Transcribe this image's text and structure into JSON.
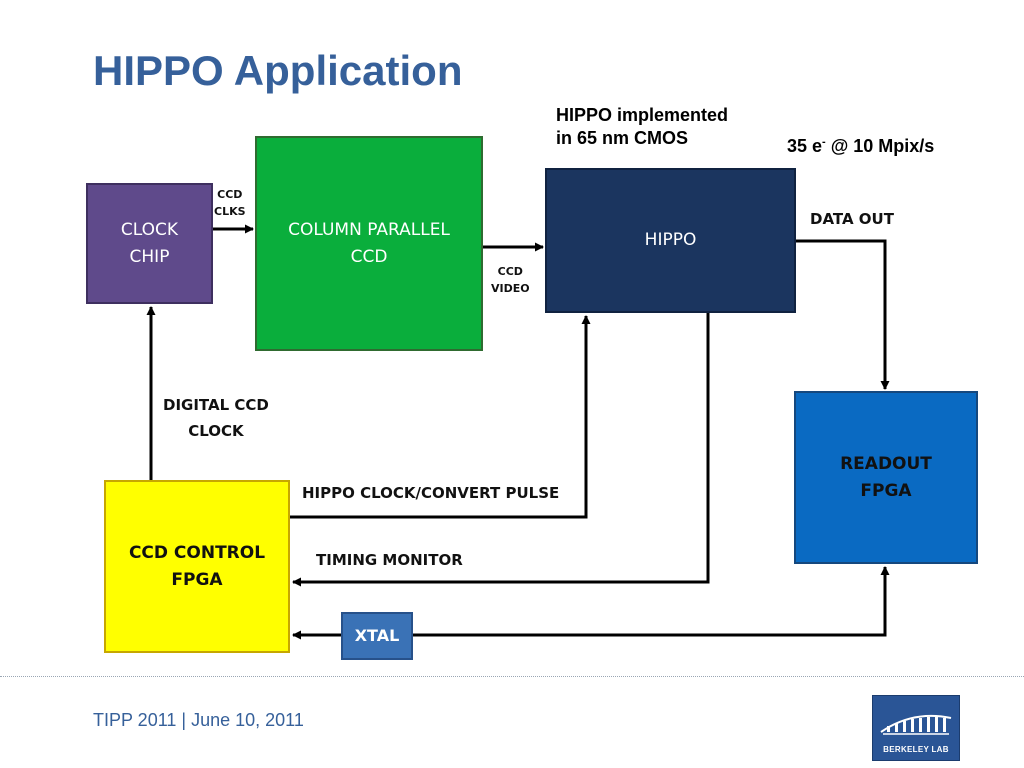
{
  "slide": {
    "title": "HIPPO Application",
    "footer": "TIPP 2011 | June 10, 2011",
    "logo_text": "BERKELEY LAB"
  },
  "notes": {
    "hippo_impl": "HIPPO implemented\nin 65 nm CMOS",
    "rate_prefix": "35 e",
    "rate_sup": "-",
    "rate_suffix": " @ 10 Mpix/s"
  },
  "blocks": {
    "clock_chip": "CLOCK\nCHIP",
    "ccd": "COLUMN PARALLEL\nCCD",
    "hippo": "HIPPO",
    "readout": "READOUT\nFPGA",
    "ccd_control": "CCD CONTROL\nFPGA",
    "xtal": "XTAL"
  },
  "signals": {
    "ccd_clks": "CCD\nCLKS",
    "ccd_video": "CCD\nVIDEO",
    "data_out": "DATA OUT",
    "digital_ccd_clock": "DIGITAL CCD\nCLOCK",
    "hippo_clock": "HIPPO CLOCK/CONVERT PULSE",
    "timing_monitor": "TIMING MONITOR"
  },
  "colors": {
    "title": "#36609a",
    "clock_chip": "#5f4a8b",
    "ccd": "#0aae3c",
    "hippo": "#1b355f",
    "readout": "#0a6ac2",
    "ccd_control": "#ffff00",
    "xtal": "#3a72b6"
  }
}
